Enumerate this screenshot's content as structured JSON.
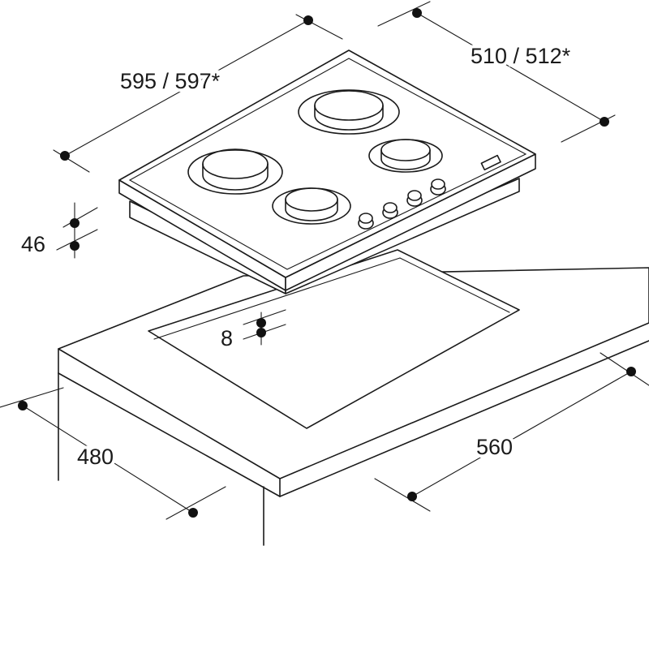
{
  "dimensions": {
    "hob_width": "595 / 597*",
    "hob_depth": "510 / 512*",
    "hob_height": "46",
    "cutout_offset": "8",
    "cutout_depth": "480",
    "cutout_width": "560"
  }
}
